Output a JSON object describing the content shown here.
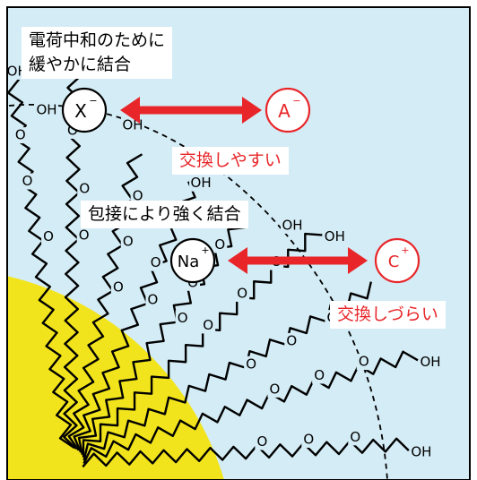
{
  "labels": {
    "top_line1": "電荷中和のために",
    "top_line2": "緩やかに結合",
    "middle": "包接により強く結合",
    "exchange_easy": "交換しやすい",
    "exchange_hard": "交換しづらい"
  },
  "ions": {
    "anion_bound": "X",
    "anion_bound_sup": "−",
    "anion_free": "A",
    "anion_free_sup": "−",
    "cation_bound": "Na",
    "cation_bound_sup": "+",
    "cation_free": "C",
    "cation_free_sup": "+"
  },
  "chain_ends": {
    "oh": "OH",
    "o": "O"
  },
  "colors": {
    "background": "#d4ecf5",
    "core": "#f2e41c",
    "arrow": "#e8262a",
    "free_ion_ring": "#e8262a",
    "bound_ion_ring": "#000000"
  }
}
